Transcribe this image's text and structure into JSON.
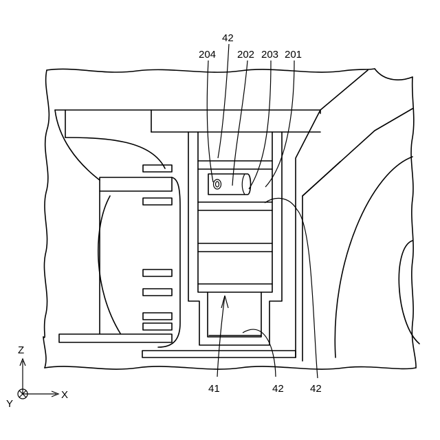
{
  "labels": {
    "top_42": "42",
    "l204": "204",
    "l202": "202",
    "l203": "203",
    "l201": "201",
    "l41": "41",
    "bottom_42a": "42",
    "bottom_42b": "42"
  },
  "axes": {
    "z": "Z",
    "y": "Y",
    "x": "X"
  }
}
